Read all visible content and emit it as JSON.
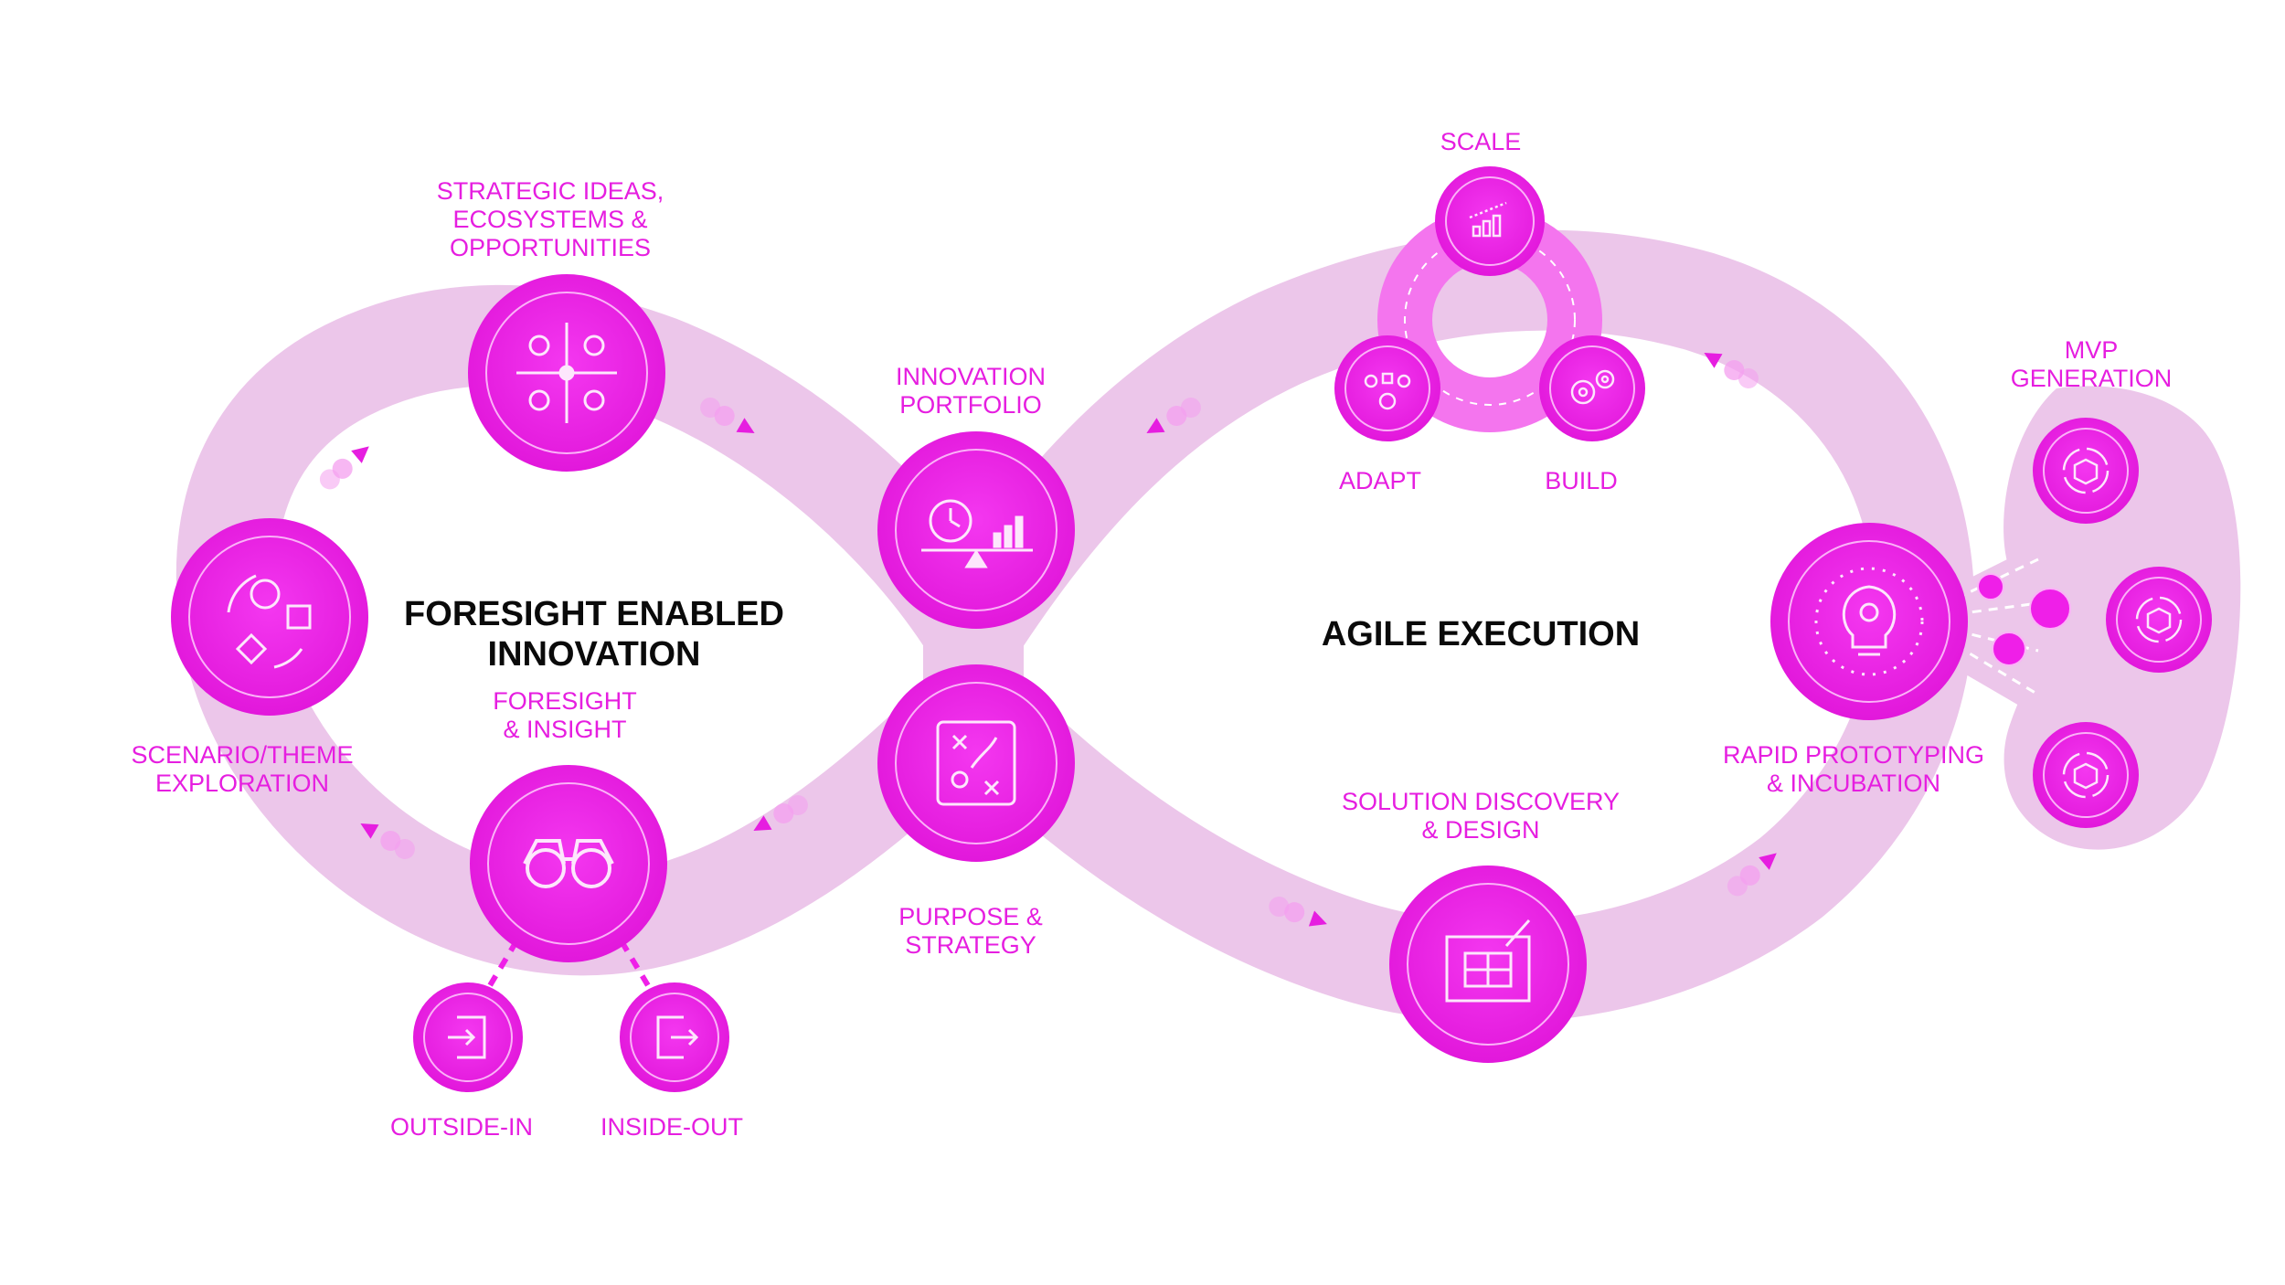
{
  "colors": {
    "band": "#ecc6ea",
    "node": "#ef1fe8",
    "node_ring": "#e21ad9",
    "icon": "#fde6fc",
    "label": "#e61ee0",
    "title": "#0a0a0a",
    "small_ring": "#f475ee"
  },
  "titles": {
    "left": "FORESIGHT ENABLED\nINNOVATION",
    "right": "AGILE EXECUTION"
  },
  "nodes": {
    "strategic_ideas": {
      "label": "STRATEGIC IDEAS,\nECOSYSTEMS &\nOPPORTUNITIES",
      "icon": "bulb-grid-icon"
    },
    "scenario": {
      "label": "SCENARIO/THEME\nEXPLORATION",
      "icon": "shapes-cycle-icon"
    },
    "foresight": {
      "label": "FORESIGHT\n& INSIGHT",
      "icon": "binoculars-icon"
    },
    "outside_in": {
      "label": "OUTSIDE-IN",
      "icon": "sign-in-icon"
    },
    "inside_out": {
      "label": "INSIDE-OUT",
      "icon": "sign-out-icon"
    },
    "innovation_portfolio": {
      "label": "INNOVATION\nPORTFOLIO",
      "icon": "clock-balance-chart-icon"
    },
    "purpose_strategy": {
      "label": "PURPOSE &\nSTRATEGY",
      "icon": "strategy-board-icon"
    },
    "scale": {
      "label": "SCALE",
      "icon": "growth-chart-icon"
    },
    "adapt": {
      "label": "ADAPT",
      "icon": "flowchart-gear-icon"
    },
    "build": {
      "label": "BUILD",
      "icon": "gears-icon"
    },
    "solution_discovery": {
      "label": "SOLUTION DISCOVERY\n& DESIGN",
      "icon": "blueprint-pencil-icon"
    },
    "rapid_prototyping": {
      "label": "RAPID PROTOTYPING\n& INCUBATION",
      "icon": "lightbulb-gears-icon"
    },
    "mvp_generation": {
      "label": "MVP GENERATION",
      "icon": "box-cycle-icon"
    }
  }
}
